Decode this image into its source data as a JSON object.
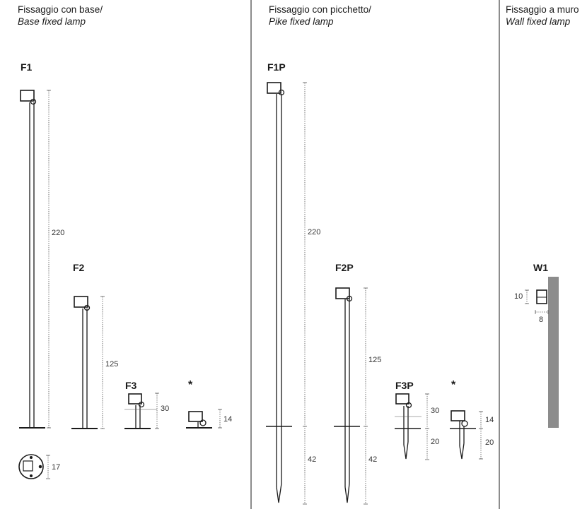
{
  "sections": [
    {
      "title": "Fissaggio con base/",
      "subtitle": "Base fixed lamp"
    },
    {
      "title": "Fissaggio con picchetto/",
      "subtitle": "Pike fixed lamp"
    },
    {
      "title": "Fissaggio a muro",
      "subtitle": "Wall fixed lamp"
    }
  ],
  "models": {
    "f1": "F1",
    "f2": "F2",
    "f3": "F3",
    "f1p": "F1P",
    "f2p": "F2P",
    "f3p": "F3P",
    "w1": "W1",
    "asterisk": "*"
  },
  "dimensions": {
    "f1_height": "220",
    "f2_height": "125",
    "f3_height": "30",
    "base_lamp_height": "14",
    "base_diameter": "17",
    "f1p_height": "220",
    "f1p_pike": "42",
    "f2p_height": "125",
    "f2p_pike": "42",
    "f3p_height": "30",
    "f3p_pike": "20",
    "pike_lamp_height": "14",
    "pike_lamp_pike": "20",
    "w1_height": "10",
    "w1_depth": "8"
  },
  "colors": {
    "wall": "#8c8c8c",
    "line": "#1a1a1a",
    "dimline": "#555555"
  }
}
